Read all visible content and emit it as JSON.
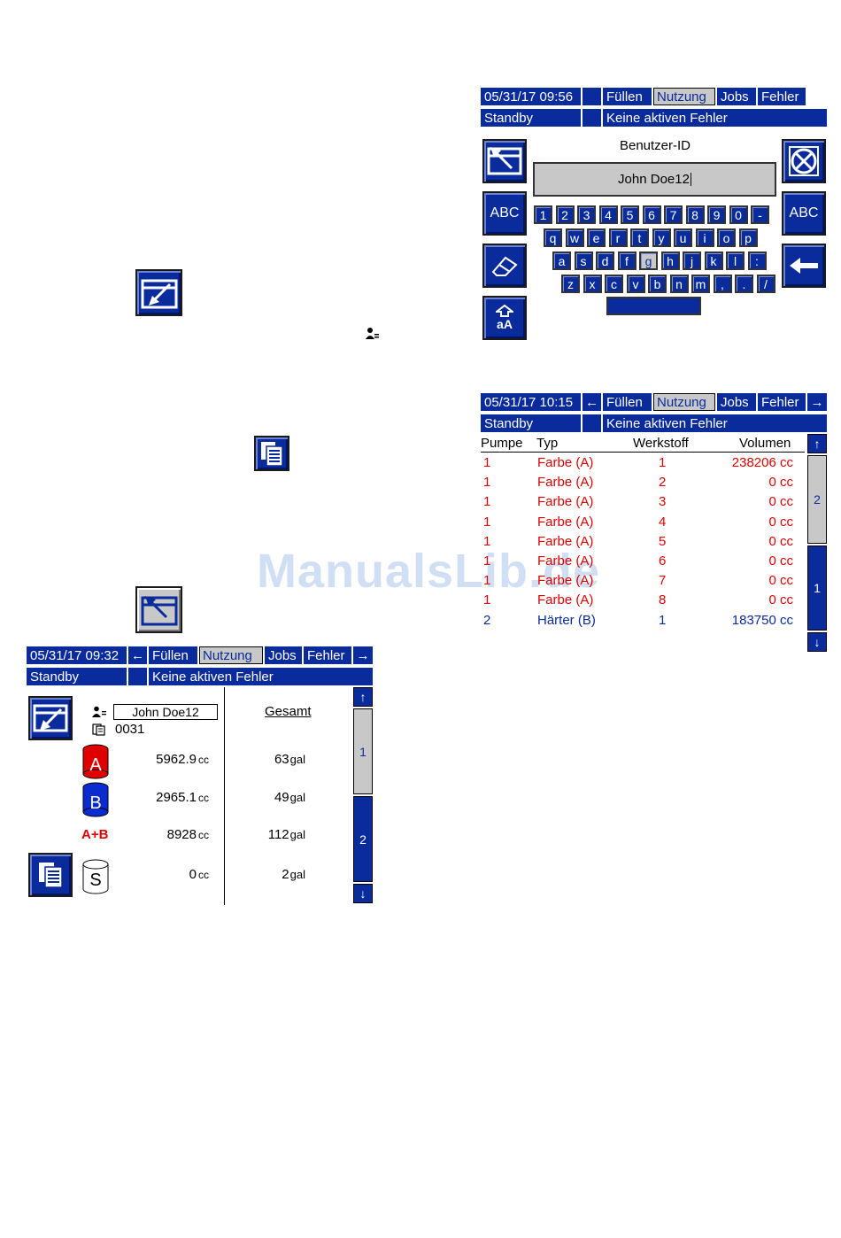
{
  "left_icons": {
    "edit": "edit-icon",
    "user_small": "user-icon",
    "report": "report-icon",
    "back": "back-icon"
  },
  "watermark": "ManualsLib.de",
  "screen1": {
    "datetime": "05/31/17 09:56",
    "tabs": [
      "Füllen",
      "Nutzung",
      "Jobs",
      "Fehler"
    ],
    "active_tab": "Nutzung",
    "status": "Standby",
    "errors": "Keine aktiven Fehler",
    "field_label": "Benutzer-ID",
    "field_value": "John Doe12",
    "keyboard": {
      "row1": [
        "1",
        "2",
        "3",
        "4",
        "5",
        "6",
        "7",
        "8",
        "9",
        "0",
        "-"
      ],
      "row2": [
        "q",
        "w",
        "e",
        "r",
        "t",
        "y",
        "u",
        "i",
        "o",
        "p"
      ],
      "row3": [
        "a",
        "s",
        "d",
        "f",
        "g",
        "h",
        "j",
        "k",
        "l",
        ":"
      ],
      "row4": [
        "z",
        "x",
        "c",
        "v",
        "b",
        "n",
        "m",
        ",",
        ".",
        "/"
      ]
    },
    "btn_abc_left": "ABC",
    "btn_abc_right": "ABC",
    "btn_shift": "aA"
  },
  "screen2": {
    "datetime": "05/31/17 10:15",
    "tabs": [
      "Füllen",
      "Nutzung",
      "Jobs",
      "Fehler"
    ],
    "active_tab": "Nutzung",
    "status": "Standby",
    "errors": "Keine aktiven Fehler",
    "columns": [
      "Pumpe",
      "Typ",
      "Werkstoff",
      "Volumen"
    ],
    "rows": [
      {
        "pump": "1",
        "type": "Farbe (A)",
        "material": "1",
        "volume": "238206 cc",
        "color": "red"
      },
      {
        "pump": "1",
        "type": "Farbe (A)",
        "material": "2",
        "volume": "0 cc",
        "color": "red"
      },
      {
        "pump": "1",
        "type": "Farbe (A)",
        "material": "3",
        "volume": "0 cc",
        "color": "red"
      },
      {
        "pump": "1",
        "type": "Farbe (A)",
        "material": "4",
        "volume": "0 cc",
        "color": "red"
      },
      {
        "pump": "1",
        "type": "Farbe (A)",
        "material": "5",
        "volume": "0 cc",
        "color": "red"
      },
      {
        "pump": "1",
        "type": "Farbe (A)",
        "material": "6",
        "volume": "0 cc",
        "color": "red"
      },
      {
        "pump": "1",
        "type": "Farbe (A)",
        "material": "7",
        "volume": "0 cc",
        "color": "red"
      },
      {
        "pump": "1",
        "type": "Farbe (A)",
        "material": "8",
        "volume": "0 cc",
        "color": "red"
      },
      {
        "pump": "2",
        "type": "Härter (B)",
        "material": "1",
        "volume": "183750 cc",
        "color": "blue"
      }
    ],
    "scroll_pages": [
      "2",
      "1"
    ]
  },
  "screen3": {
    "datetime": "05/31/17 09:32",
    "tabs": [
      "Füllen",
      "Nutzung",
      "Jobs",
      "Fehler"
    ],
    "active_tab": "Nutzung",
    "status": "Standby",
    "errors": "Keine aktiven Fehler",
    "user": "John Doe12",
    "job": "0031",
    "total_header": "Gesamt",
    "materials": [
      {
        "label": "A",
        "value": "5962.9",
        "unit": "cc",
        "total": "63",
        "total_unit": "gal"
      },
      {
        "label": "B",
        "value": "2965.1",
        "unit": "cc",
        "total": "49",
        "total_unit": "gal"
      },
      {
        "label": "A+B",
        "value": "8928",
        "unit": "cc",
        "total": "112",
        "total_unit": "gal"
      },
      {
        "label": "S",
        "value": "0",
        "unit": "cc",
        "total": "2",
        "total_unit": "gal"
      }
    ],
    "scroll_pages": [
      "1",
      "2"
    ]
  },
  "colors": {
    "accent": "#0a2b9b",
    "red": "#e00000",
    "grey": "#c8c8c8"
  }
}
